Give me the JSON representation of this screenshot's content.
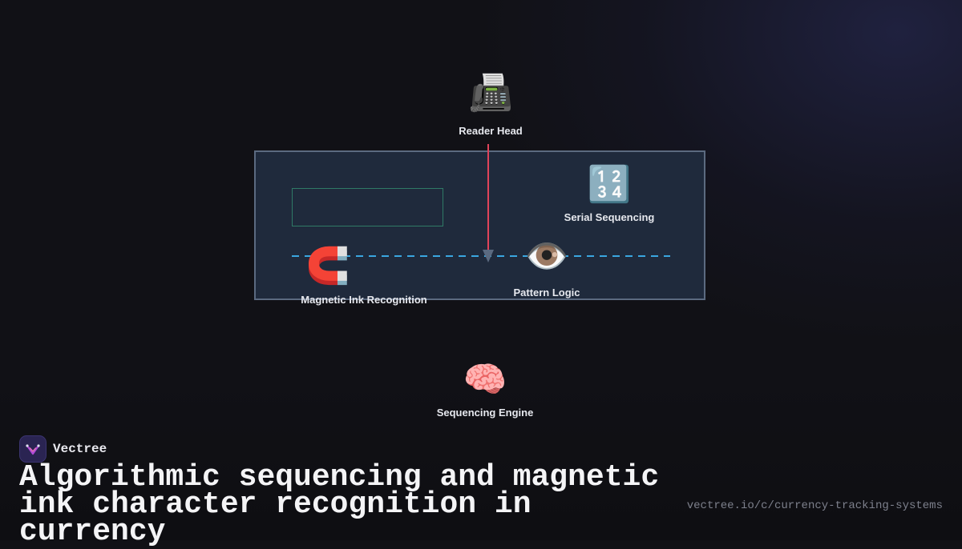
{
  "diagram": {
    "nodes": [
      {
        "id": "reader-head",
        "icon": "📠",
        "icon_name": "fax-machine-icon",
        "label": "Reader Head"
      },
      {
        "id": "serial-sequencing",
        "icon": "🔢",
        "icon_name": "input-numbers-icon",
        "label": "Serial Sequencing"
      },
      {
        "id": "magnetic-ink",
        "icon": "🧲",
        "icon_name": "magnet-icon",
        "label": "Magnetic Ink Recognition"
      },
      {
        "id": "pattern-logic",
        "icon": "👁️",
        "icon_name": "eye-icon",
        "label": "Pattern Logic"
      },
      {
        "id": "sequencing-engine",
        "icon": "🧠",
        "icon_name": "brain-icon",
        "label": "Sequencing Engine"
      }
    ],
    "colors": {
      "panel_fill": "#1f2a3c",
      "panel_border": "#5b6a80",
      "accent_inner_rect": "#2f7a66",
      "arrow_red": "#e0435a",
      "dashed_blue": "#3aa7e0"
    }
  },
  "brand": {
    "name": "Vectree",
    "logo_icon": "vectree-logo-icon"
  },
  "headline": "Algorithmic sequencing and magnetic ink character recognition in currency",
  "url": "vectree.io/c/currency-tracking-systems"
}
